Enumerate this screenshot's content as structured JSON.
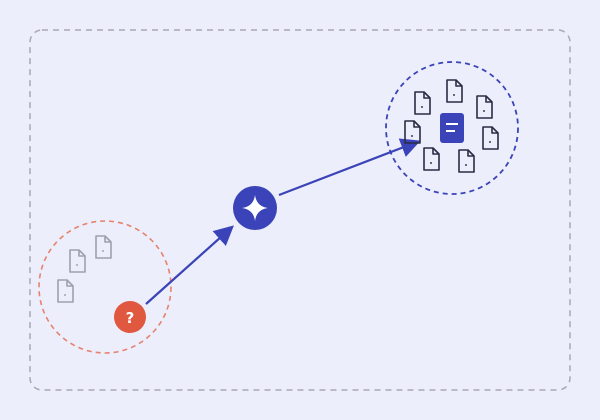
{
  "colors": {
    "background": "#eceefb",
    "frame_border": "#a8a9b2",
    "accent": "#3a43b8",
    "accent_light": "#ffffff",
    "query": "#e0583f",
    "query_ring": "#e6826d",
    "faded_doc": "#9ea0ad",
    "doc": "#2b2d44"
  },
  "diagram": {
    "query_cluster": {
      "label": "?",
      "icon": "question-mark",
      "faded_documents": 3
    },
    "hub": {
      "icon": "sparkle-icon"
    },
    "result_cluster": {
      "documents": 8,
      "highlight_icon": "document-lines-icon"
    },
    "arrows": [
      "query-to-hub",
      "hub-to-results"
    ]
  }
}
